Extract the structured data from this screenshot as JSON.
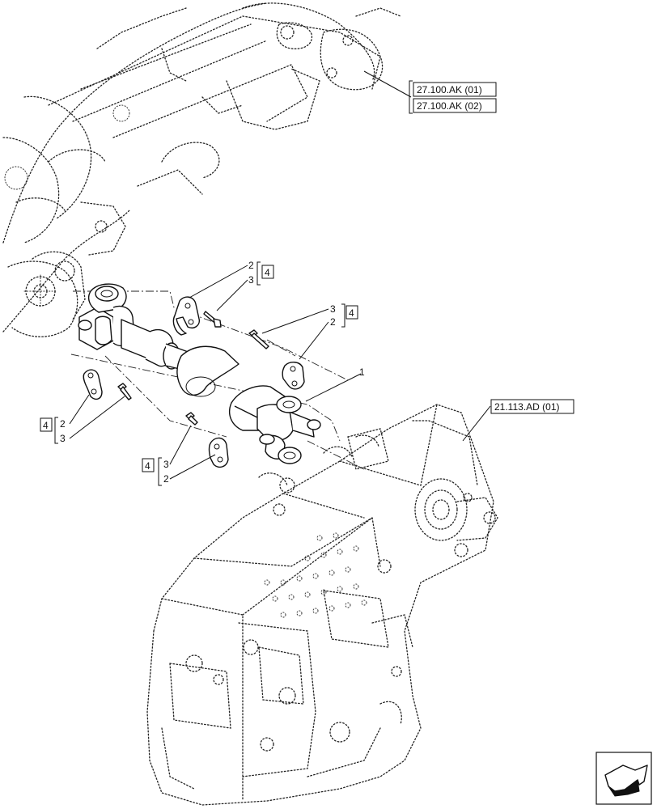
{
  "callouts": {
    "item_1": "1",
    "item_2": "2",
    "item_3": "3",
    "item_4": "4"
  },
  "references": {
    "rear_axle_1": "27.100.AK (01)",
    "rear_axle_2": "27.100.AK (02)",
    "transmission": "21.113.AD (01)"
  },
  "icons": {
    "navigation": "next-page-arrow-icon"
  }
}
